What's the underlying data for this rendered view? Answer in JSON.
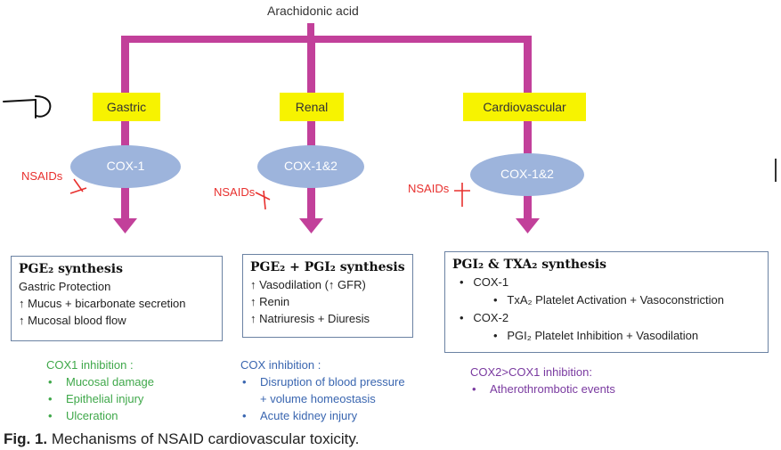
{
  "top": {
    "label": "Arachidonic acid"
  },
  "pathways": [
    {
      "tissue": "Gastric",
      "enzyme": "COX-1",
      "inhibitor": "NSAIDs"
    },
    {
      "tissue": "Renal",
      "enzyme": "COX-1&2",
      "inhibitor": "NSAIDs"
    },
    {
      "tissue": "Cardiovascular",
      "enzyme": "COX-1&2",
      "inhibitor": "NSAIDs"
    }
  ],
  "boxes": {
    "gastric": {
      "heading": "PGE₂ synthesis",
      "lines": [
        "Gastric Protection",
        "↑ Mucus + bicarbonate secretion",
        "↑ Mucosal blood flow"
      ]
    },
    "renal": {
      "heading": "PGE₂ + PGI₂ synthesis",
      "lines": [
        "↑ Vasodilation (↑ GFR)",
        "↑ Renin",
        "↑ Natriuresis + Diuresis"
      ]
    },
    "cardio": {
      "heading": "PGI₂ & TXA₂ synthesis",
      "cox1": "COX-1",
      "cox1_detail": "TxA₂ Platelet Activation + Vasoconstriction",
      "cox2": "COX-2",
      "cox2_detail": "PGI₂  Platelet Inhibition + Vasodilation"
    }
  },
  "notes": {
    "gastric": {
      "title": "COX1 inhibition :",
      "items": [
        "Mucosal damage",
        "Epithelial injury",
        "Ulceration"
      ]
    },
    "renal": {
      "title": "COX inhibition :",
      "items": [
        "Disruption of blood pressure",
        "+ volume homeostasis",
        "Acute kidney injury"
      ]
    },
    "cardio": {
      "title": "COX2>COX1 inhibition:",
      "items": [
        "Atherothrombotic events"
      ]
    }
  },
  "caption": {
    "label": "Fig. 1.",
    "text": "Mechanisms of NSAID cardiovascular toxicity."
  },
  "colors": {
    "arrow": "#c2409a",
    "ellipse": "#9db4dc",
    "highlight": "#f7f300",
    "nsaid": "#e8302e",
    "box_border": "#6b82a3"
  }
}
